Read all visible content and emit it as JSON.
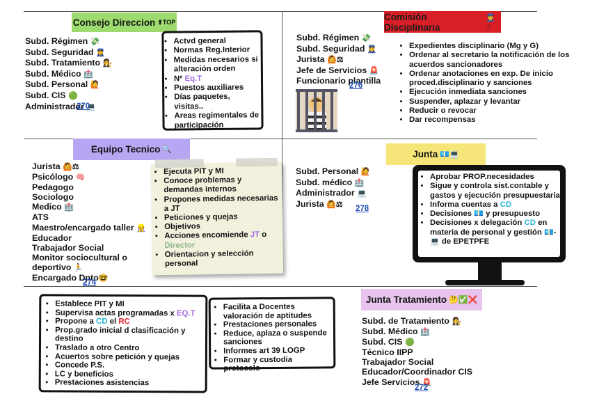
{
  "consejo": {
    "title": "Consejo Direccion",
    "title_icon": "⬆TOP",
    "members": [
      "Subd. Régimen",
      "Subd. Seguridad",
      "Subd. Tratamiento",
      "Subd. Médico",
      "Subd. Personal",
      "Subd. CIS",
      "Administrador"
    ],
    "member_icons": [
      "💸",
      "👮‍♀️",
      "👩‍⚖️",
      "🏥",
      "🙋",
      "🟢",
      "💻"
    ],
    "ref": "270",
    "functions": [
      "Actvd general",
      "Normas Reg.Interior",
      "Medidas necesarios si alteración orden",
      "Nº ",
      "Puestos auxiliares",
      "Días paquetes, visitas..",
      "Areas regimentales de participación"
    ],
    "eqt": "Eq.T"
  },
  "comision": {
    "title": "Comisión Disciplinaria",
    "title_icon": "👮♂",
    "members": [
      "Subd. Régimen",
      "Subd. Seguridad",
      "Jurista",
      "Jefe de Servicios",
      "Funcionario plantilla"
    ],
    "member_icons": [
      "💸",
      "👮‍♀️",
      "🙆⚖",
      "🚨",
      ""
    ],
    "ref": "276",
    "functions": [
      "Expedientes disciplinario (Mg y G)",
      " Ordenar al secretario la notificación de los acuerdos sancionadores",
      "Ordenar anotaciones en exp. De inicio proced.disciplinario y sanciones",
      "Ejecución inmediata sanciones",
      "Suspender, aplazar y levantar",
      "Reducir o revocar",
      "Dar recompensas"
    ]
  },
  "equipo": {
    "title": "Equipo Tecnico",
    "title_icon": "🔍",
    "members": [
      "Jurista",
      "Psicólogo",
      "Pedagogo",
      "Sociologo",
      "Medico",
      "ATS",
      "Maestro/encargado taller",
      "Educador",
      "Trabajador Social",
      "Monitor sociocultural o deportivo",
      "Encargado Dpto"
    ],
    "member_icons": [
      "🙆⚖",
      "🧠",
      "",
      "",
      "🏥",
      "",
      "👷",
      "",
      "",
      "🏃",
      "🤓"
    ],
    "ref": "274",
    "functions": [
      "Ejecuta PIT y MI",
      "Conoce problemas y demandas internos",
      "Propones medidas necesarias a JT",
      "Peticiones y quejas",
      "Objetivos",
      "Acciones encomiende ",
      "Orientacion y selección personal"
    ],
    "jt": "JT",
    "o": " o ",
    "director": "Director"
  },
  "junta": {
    "title": "Junta",
    "title_icon": "💶💻",
    "members": [
      "Subd. Personal",
      "Subd. médico",
      "Administrador",
      "Jurista"
    ],
    "member_icons": [
      "🙋",
      "🏥",
      "💻",
      "🙆⚖"
    ],
    "ref": "278",
    "functions": [
      "Aprobar PROP.necesidades",
      "Sigue y controla sist.contable y gastos y ejecución presupuestaria",
      "Informa cuentas a ",
      "Decisiones ",
      "Decisiones x delegación ",
      "de EPETPFE"
    ],
    "cd": "CD",
    "money_icon": "💶",
    "presupuesto": " y presupuesto",
    "delegacion_tail": " en materia de personal y gestión ",
    "money_tail": "💶-",
    "pc_icon": "💻"
  },
  "junta_trat": {
    "title": "Junta Tratamiento",
    "title_icon": "🤔✅❌",
    "members": [
      "Subd. de Tratamiento",
      "Subd. Médico",
      "Subd. CIS",
      "Técnico IIPP",
      "Trabajador Social",
      "Educador/Coordinador  CIS",
      "Jefe Servicios"
    ],
    "member_icons": [
      "👩‍⚖️",
      "🏥",
      "🟢",
      "",
      "",
      "",
      "🚨"
    ],
    "ref": "272",
    "functions_left": [
      "Establece PIT y MI",
      "Supervisa actas programadas x ",
      "Propone a ",
      "Prop.grado inicial d clasificación y destino",
      "Traslado a otro Centro",
      "Acuertos sobre petición y quejas",
      "Concede P.S.",
      "LC y beneficios",
      "Prestaciones asistencias"
    ],
    "functions_right": [
      "Facilita a Docentes valoración de aptitudes",
      "Prestaciones personales",
      "Reduce, aplaza o suspende sanciones",
      "Informes art 39 LOGP",
      "Formar y custodia protocolo"
    ],
    "eqt": "EQ.T",
    "cd": "CD",
    "el": " el ",
    "rc": "RC"
  },
  "colors": {
    "consejo_bg": "#9ddb6e",
    "comision_bg": "#d81f26",
    "equipo_bg": "#b7a7f2",
    "junta_bg": "#f6e67a",
    "junta_trat_bg": "#e8c4ee",
    "note_bg": "#f2f1dd",
    "ref_link": "#1f4fb0",
    "purple": "#a36be0",
    "cyan": "#26b6d6",
    "red": "#e0202a"
  }
}
